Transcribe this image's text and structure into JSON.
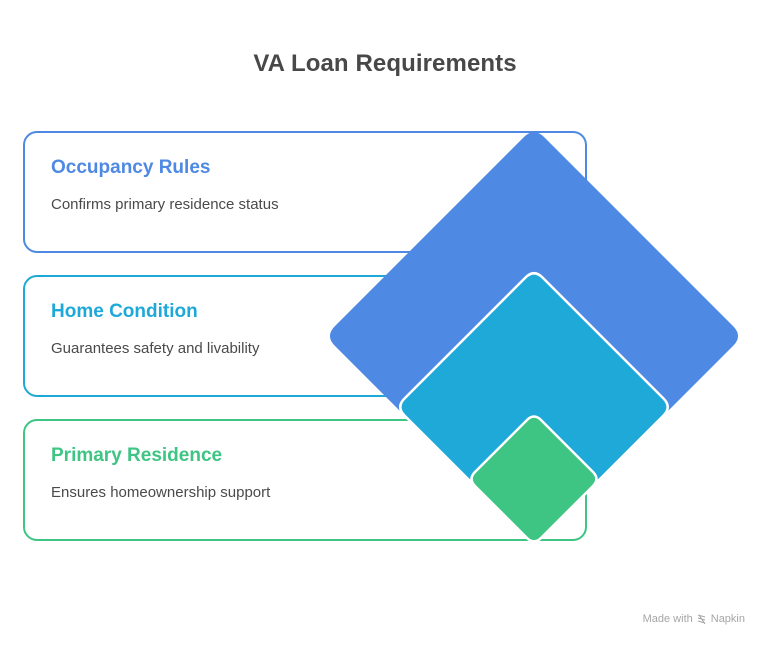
{
  "title": "VA Loan Requirements",
  "items": [
    {
      "title": "Occupancy Rules",
      "description": "Confirms primary residence status",
      "color": "#4e89e3"
    },
    {
      "title": "Home Condition",
      "description": "Guarantees safety and livability",
      "color": "#1fa9d8"
    },
    {
      "title": "Primary Residence",
      "description": "Ensures homeownership support",
      "color": "#3ec584"
    }
  ],
  "diagram": {
    "type": "nested-diamonds",
    "levels": [
      "Occupancy Rules",
      "Home Condition",
      "Primary Residence"
    ]
  },
  "watermark": {
    "prefix": "Made with",
    "brand": "Napkin",
    "icon": "napkin-logo-icon"
  }
}
